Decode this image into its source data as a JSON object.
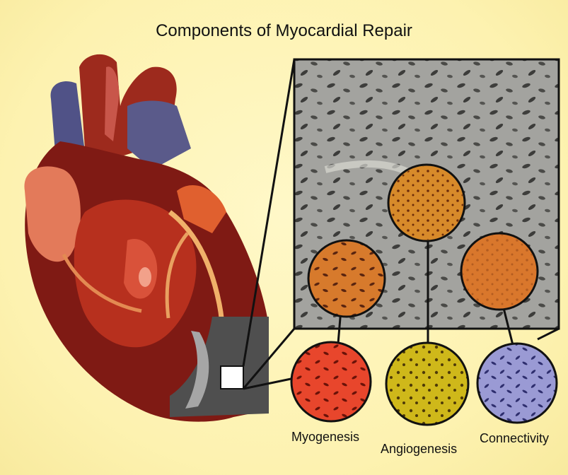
{
  "figure": {
    "title": "Components of Myocardial Repair",
    "components": [
      {
        "label": "Myogenesis",
        "color": "#e8442c"
      },
      {
        "label": "Angiogenesis",
        "color": "#d7c21a"
      },
      {
        "label": "Connectivity",
        "color": "#8e8fd0"
      }
    ],
    "colors": {
      "background": "#fdf3b4",
      "heart_dark": "#7f1a14",
      "heart_mid": "#b9321f",
      "vessel_blue": "#4d4f86",
      "scar_gray": "#4d4d4d",
      "tissue_gray": "#9a9a96",
      "tissue_orange": "#d9782a"
    }
  }
}
